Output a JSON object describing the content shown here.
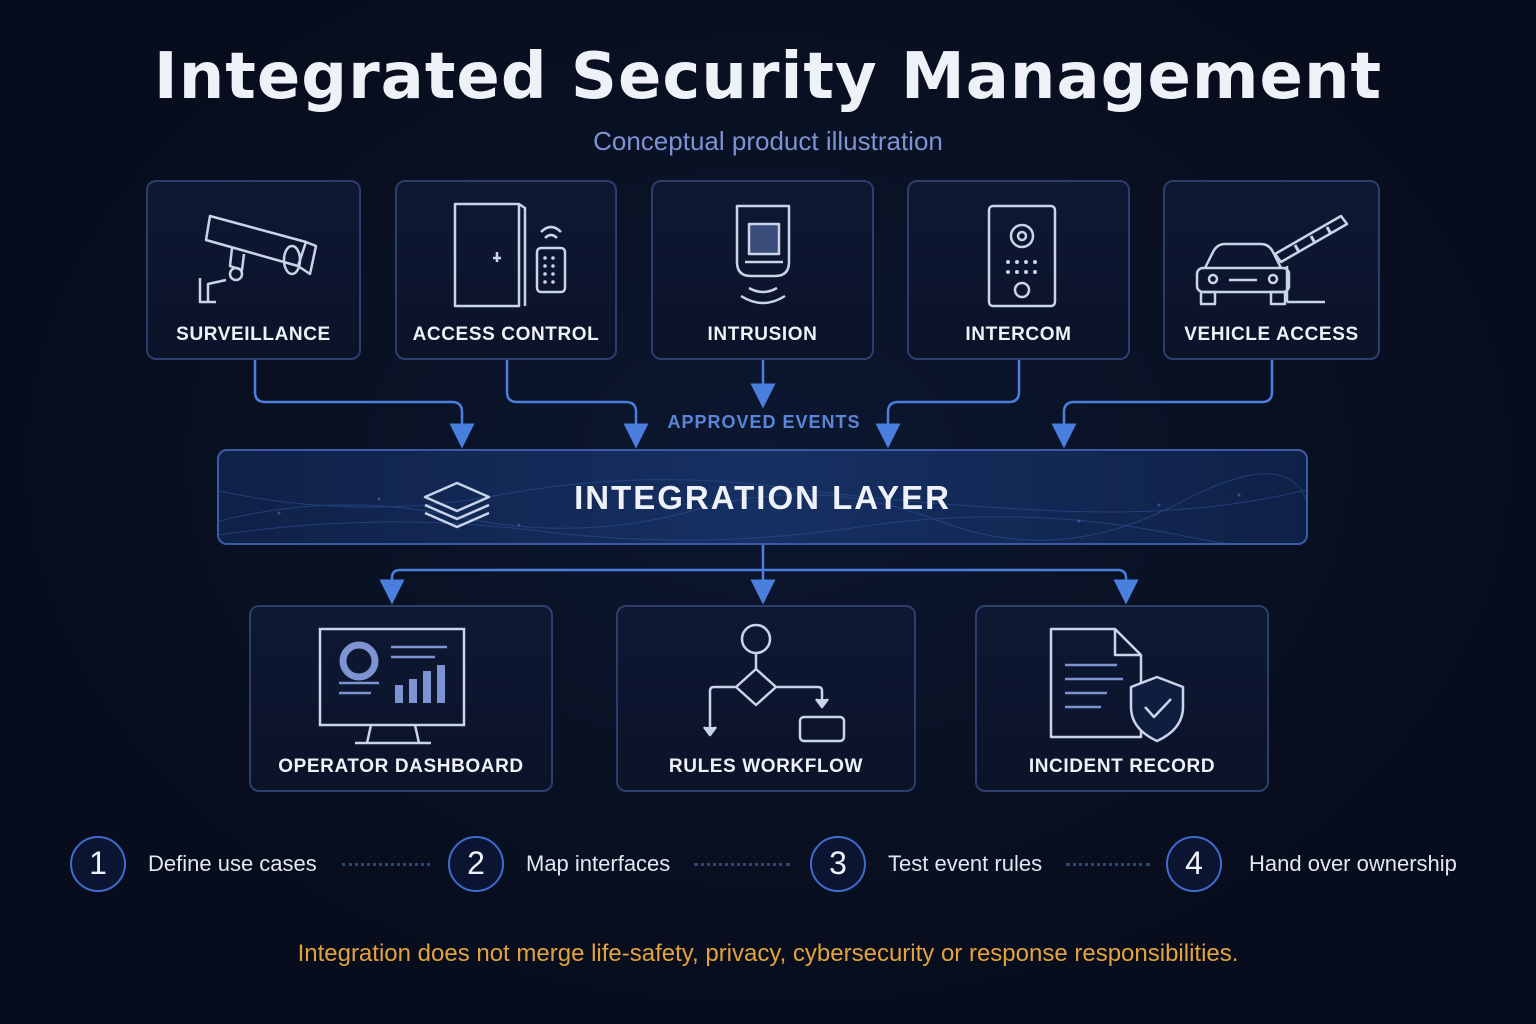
{
  "title": "Integrated Security Management",
  "subtitle": "Conceptual product illustration",
  "sources": [
    {
      "label": "SURVEILLANCE",
      "icon": "cctv-camera-icon"
    },
    {
      "label": "ACCESS CONTROL",
      "icon": "door-keypad-icon"
    },
    {
      "label": "INTRUSION",
      "icon": "motion-sensor-icon"
    },
    {
      "label": "INTERCOM",
      "icon": "intercom-panel-icon"
    },
    {
      "label": "VEHICLE ACCESS",
      "icon": "car-barrier-icon"
    }
  ],
  "approved_events_label": "APPROVED EVENTS",
  "integration_layer": {
    "label": "INTEGRATION LAYER",
    "icon": "layers-icon"
  },
  "outputs": [
    {
      "label": "OPERATOR DASHBOARD",
      "icon": "monitor-dashboard-icon"
    },
    {
      "label": "RULES WORKFLOW",
      "icon": "flowchart-icon"
    },
    {
      "label": "INCIDENT RECORD",
      "icon": "document-shield-icon"
    }
  ],
  "steps": [
    {
      "number": "1",
      "label": "Define use cases"
    },
    {
      "number": "2",
      "label": "Map interfaces"
    },
    {
      "number": "3",
      "label": "Test event rules"
    },
    {
      "number": "4",
      "label": "Hand over ownership"
    }
  ],
  "footnote": "Integration does not merge life-safety, privacy, cybersecurity or response responsibilities.",
  "colors": {
    "background": "#070d1c",
    "accent": "#3e6bd0",
    "connector": "#4a7fe0",
    "subtitle": "#7d93d2",
    "warning": "#e3a33c"
  }
}
